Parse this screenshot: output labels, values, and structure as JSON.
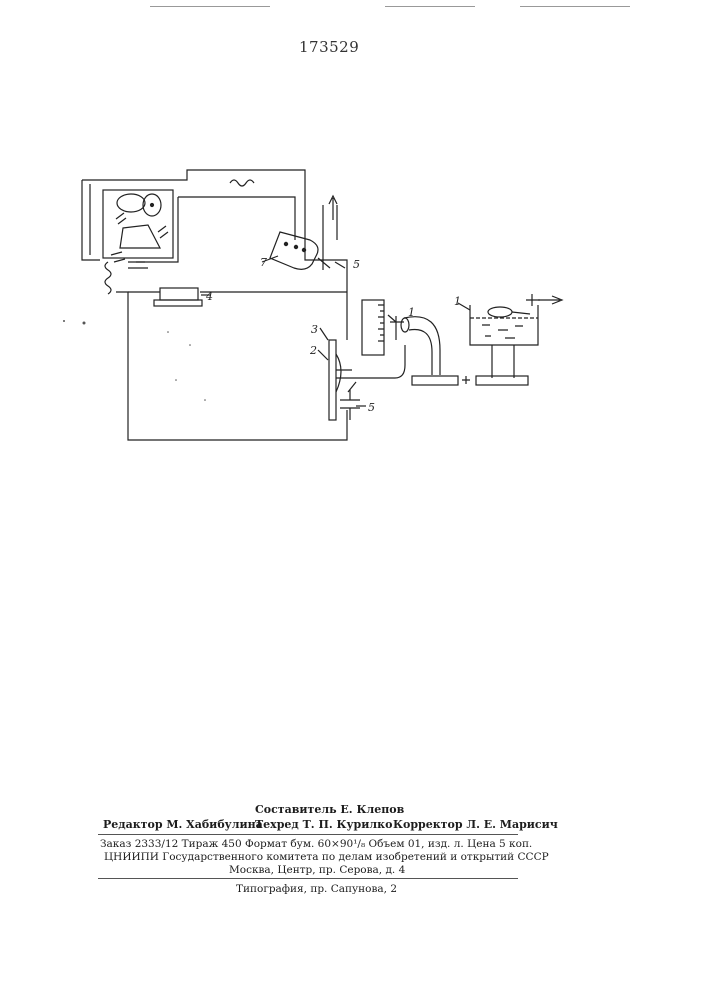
{
  "patent_number": "173529",
  "diagram_labels": {
    "l1a": "1",
    "l1b": "1",
    "l2": "2",
    "l3": "3",
    "l4": "4",
    "l5a": "5",
    "l5b": "5",
    "l7": "7"
  },
  "colophon": {
    "compiler": "Составитель Е. Клепов",
    "editor": "Редактор М. Хабибулина",
    "techred": "Техред Т. П. Курилко",
    "corrector": "Корректор Л. Е. Марисич",
    "order_line": "Заказ 2333/12   Тираж 450   Формат бум. 60×90¹/₈   Объем 01, изд. л.   Цена 5 коп.",
    "institute_line": "ЦНИИПИ Государственного комитета по делам изобретений и открытий СССР",
    "address_line": "Москва, Центр, пр. Серова, д. 4",
    "printer_line": "Типография, пр. Сапунова, 2"
  }
}
